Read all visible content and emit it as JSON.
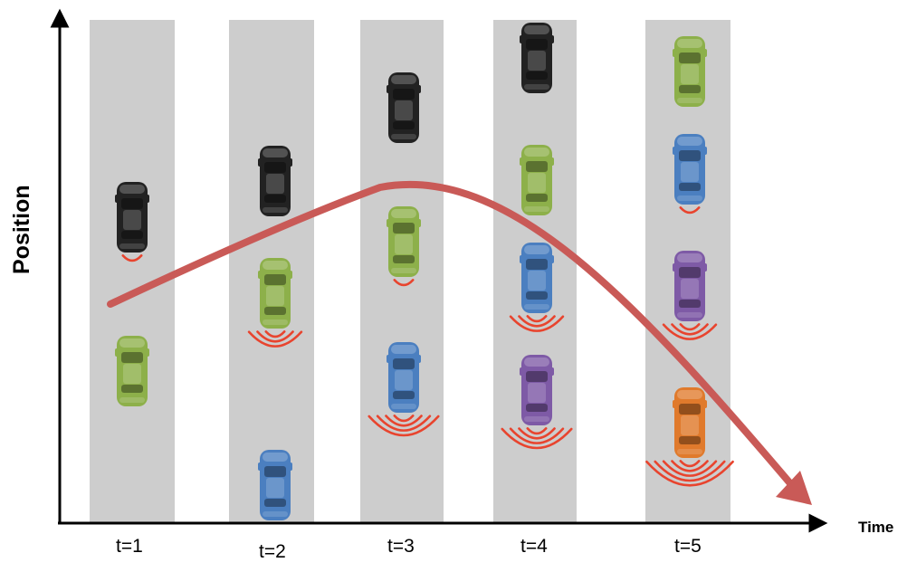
{
  "axes": {
    "y_label": "Position",
    "x_label": "Time"
  },
  "time_steps": [
    {
      "label": "t=1",
      "cars": [
        {
          "color": "black",
          "signal": "small"
        },
        {
          "color": "green",
          "signal": "none"
        }
      ]
    },
    {
      "label": "t=2",
      "cars": [
        {
          "color": "black",
          "signal": "none"
        },
        {
          "color": "green",
          "signal": "medium"
        },
        {
          "color": "blue",
          "signal": "none"
        }
      ]
    },
    {
      "label": "t=3",
      "cars": [
        {
          "color": "black",
          "signal": "none"
        },
        {
          "color": "green",
          "signal": "small"
        },
        {
          "color": "blue",
          "signal": "large"
        }
      ]
    },
    {
      "label": "t=4",
      "cars": [
        {
          "color": "black",
          "signal": "none"
        },
        {
          "color": "green",
          "signal": "none"
        },
        {
          "color": "blue",
          "signal": "medium"
        },
        {
          "color": "purple",
          "signal": "large"
        }
      ]
    },
    {
      "label": "t=5",
      "cars": [
        {
          "color": "green",
          "signal": "none"
        },
        {
          "color": "blue",
          "signal": "small"
        },
        {
          "color": "purple",
          "signal": "medium"
        },
        {
          "color": "orange",
          "signal": "xlarge"
        }
      ]
    }
  ],
  "colors": {
    "road": "#cdcdcd",
    "trend_arrow": "#c95a57",
    "signal_waves": "#e8442e",
    "car_black": "#222222",
    "car_green": "#8db04a",
    "car_blue": "#4b7fc0",
    "car_purple": "#7e5aa6",
    "car_orange": "#e07a2c"
  }
}
